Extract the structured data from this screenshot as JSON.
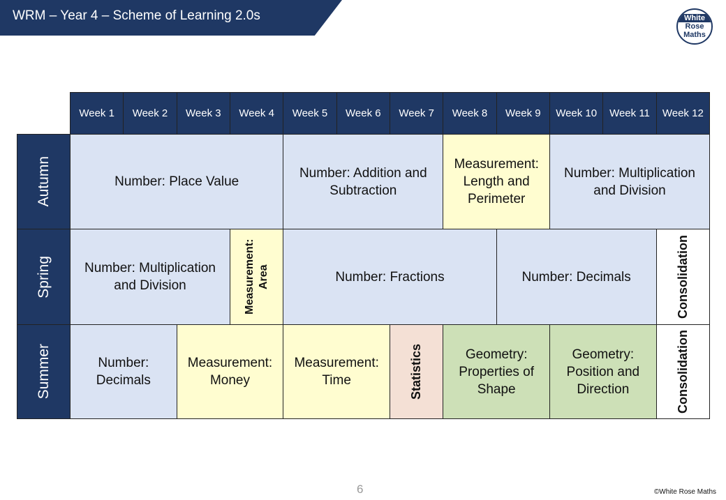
{
  "header": {
    "title": "WRM – Year 4 – Scheme of Learning 2.0s"
  },
  "logo": {
    "line1": "White",
    "line2": "Rose",
    "line3": "Maths"
  },
  "weeks": [
    "Week 1",
    "Week 2",
    "Week 3",
    "Week 4",
    "Week 5",
    "Week 6",
    "Week 7",
    "Week 8",
    "Week 9",
    "Week 10",
    "Week 11",
    "Week 12"
  ],
  "colors": {
    "number": "#dae3f3",
    "measurement": "#fffdd0",
    "statistics": "#f4e0d5",
    "geometry": "#cde0b7",
    "consolidation": "#ffffff",
    "navy": "#1f3864"
  },
  "terms": [
    {
      "name": "Autumn",
      "blocks": [
        {
          "label": "Number: Place Value",
          "span": 4,
          "kind": "number"
        },
        {
          "label": "Number: Addition and Subtraction",
          "span": 3,
          "kind": "number"
        },
        {
          "label": "Measurement: Length and Perimeter",
          "span": 2,
          "kind": "measurement"
        },
        {
          "label": "Number: Multiplication and Division",
          "span": 3,
          "kind": "number"
        }
      ]
    },
    {
      "name": "Spring",
      "blocks": [
        {
          "label": "Number: Multiplication and Division",
          "span": 3,
          "kind": "number"
        },
        {
          "label": "Measurement: Area",
          "span": 1,
          "kind": "measurement",
          "vertical": true
        },
        {
          "label": "Number: Fractions",
          "span": 4,
          "kind": "number"
        },
        {
          "label": "Number: Decimals",
          "span": 3,
          "kind": "number"
        },
        {
          "label": "Consolidation",
          "span": 1,
          "kind": "consolidation",
          "vertical": true
        }
      ]
    },
    {
      "name": "Summer",
      "blocks": [
        {
          "label": "Number: Decimals",
          "span": 2,
          "kind": "number"
        },
        {
          "label": "Measurement: Money",
          "span": 2,
          "kind": "measurement"
        },
        {
          "label": "Measurement: Time",
          "span": 2,
          "kind": "measurement"
        },
        {
          "label": "Statistics",
          "span": 1,
          "kind": "statistics",
          "vertical": true
        },
        {
          "label": "Geometry: Properties of Shape",
          "span": 2,
          "kind": "geometry"
        },
        {
          "label": "Geometry: Position and Direction",
          "span": 2,
          "kind": "geometry"
        },
        {
          "label": "Consolidation",
          "span": 1,
          "kind": "consolidation",
          "vertical": true
        }
      ]
    }
  ],
  "footer": {
    "page": "6",
    "copyright": "©White Rose Maths"
  }
}
